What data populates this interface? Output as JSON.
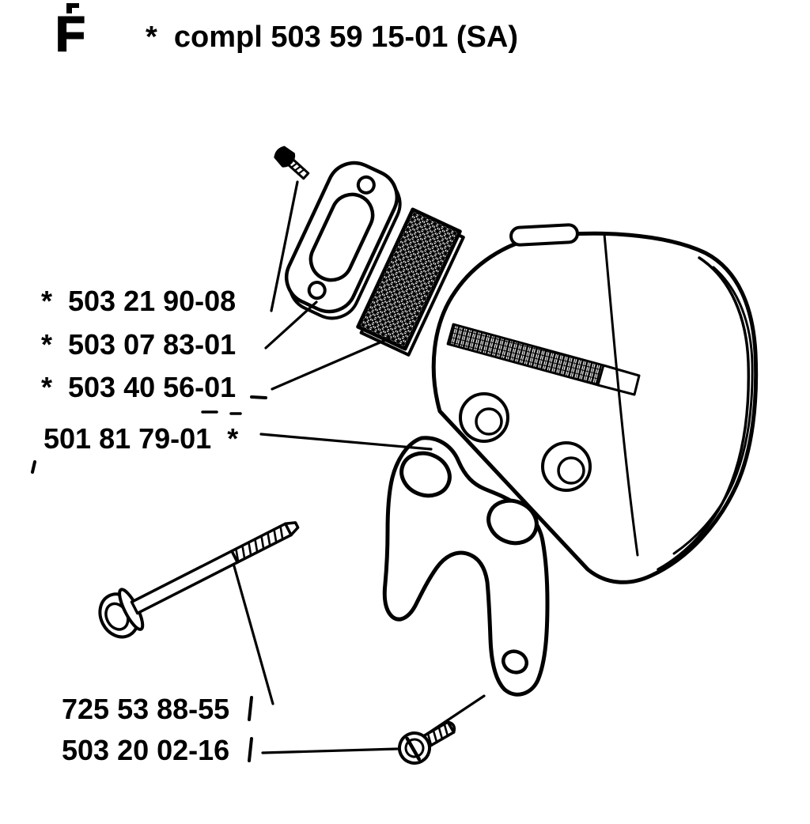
{
  "figure": {
    "letter": "F",
    "title": "*  compl 503 59 15-01 (SA)"
  },
  "part_labels": [
    {
      "text": "*  503 21 90-08"
    },
    {
      "text": "*  503 07 83-01"
    },
    {
      "text": "*  503 40 56-01"
    },
    {
      "text": "501 81 79-01  *"
    },
    {
      "text": "725 53 88-55"
    },
    {
      "text": "503 20 02-16"
    }
  ],
  "diagram": {
    "type": "exploded-parts-view",
    "parts": [
      "screw",
      "gasket",
      "cooling-plate",
      "muffler-body",
      "bracket",
      "bolt",
      "screw"
    ]
  },
  "colors": {
    "ink": "#000000",
    "paper": "#ffffff"
  }
}
